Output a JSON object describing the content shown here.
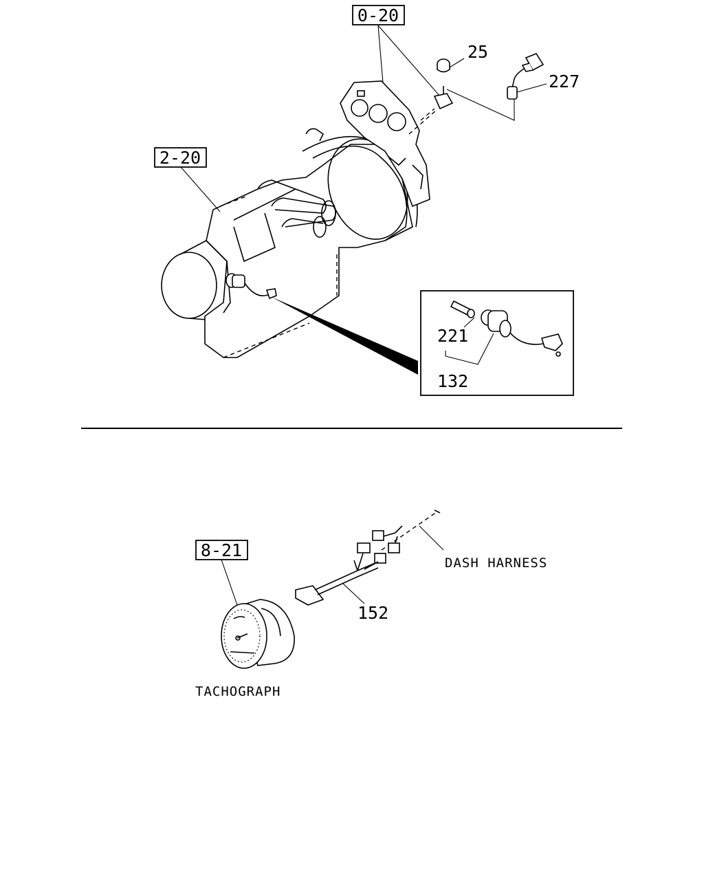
{
  "labels": {
    "ref_0_20": "0-20",
    "ref_2_20": "2-20",
    "ref_8_21": "8-21",
    "part_25": "25",
    "part_227": "227",
    "part_221": "221",
    "part_132": "132",
    "part_152": "152",
    "dash_harness": "DASH HARNESS",
    "tachograph": "TACHOGRAPH"
  }
}
